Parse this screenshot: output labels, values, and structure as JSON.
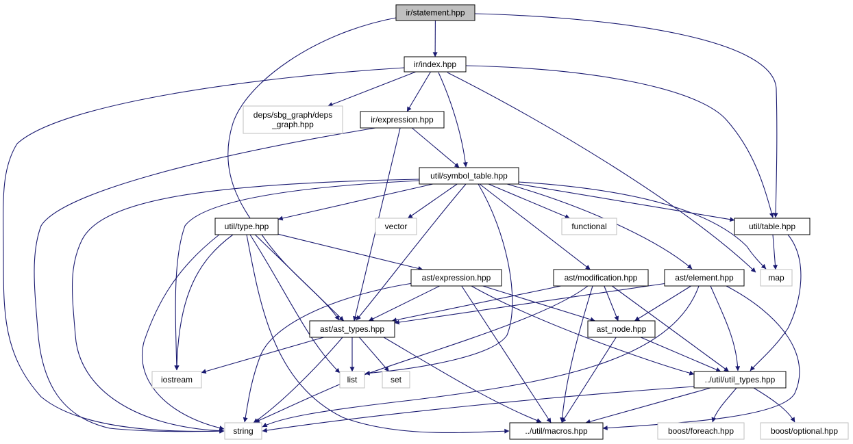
{
  "colors": {
    "edge": "#191970",
    "root_fill": "#bfbfbf",
    "node_border": "#000000",
    "external_border": "#bfbfbf",
    "background": "#ffffff"
  },
  "nodes": [
    {
      "id": "n_statement",
      "lines": [
        "ir/statement.hpp"
      ],
      "kind": "root"
    },
    {
      "id": "n_index",
      "lines": [
        "ir/index.hpp"
      ],
      "kind": "local"
    },
    {
      "id": "n_deps",
      "lines": [
        "deps/sbg_graph/deps",
        "_graph.hpp"
      ],
      "kind": "external"
    },
    {
      "id": "n_irexpr",
      "lines": [
        "ir/expression.hpp"
      ],
      "kind": "local"
    },
    {
      "id": "n_symtab",
      "lines": [
        "util/symbol_table.hpp"
      ],
      "kind": "local"
    },
    {
      "id": "n_type",
      "lines": [
        "util/type.hpp"
      ],
      "kind": "local"
    },
    {
      "id": "n_vector",
      "lines": [
        "vector"
      ],
      "kind": "external"
    },
    {
      "id": "n_functional",
      "lines": [
        "functional"
      ],
      "kind": "external"
    },
    {
      "id": "n_table",
      "lines": [
        "util/table.hpp"
      ],
      "kind": "local"
    },
    {
      "id": "n_astexpr",
      "lines": [
        "ast/expression.hpp"
      ],
      "kind": "local"
    },
    {
      "id": "n_astmod",
      "lines": [
        "ast/modification.hpp"
      ],
      "kind": "local"
    },
    {
      "id": "n_astelem",
      "lines": [
        "ast/element.hpp"
      ],
      "kind": "local"
    },
    {
      "id": "n_map",
      "lines": [
        "map"
      ],
      "kind": "external"
    },
    {
      "id": "n_asttypes",
      "lines": [
        "ast/ast_types.hpp"
      ],
      "kind": "local"
    },
    {
      "id": "n_astnode",
      "lines": [
        "ast_node.hpp"
      ],
      "kind": "local"
    },
    {
      "id": "n_iostream",
      "lines": [
        "iostream"
      ],
      "kind": "external"
    },
    {
      "id": "n_list",
      "lines": [
        "list"
      ],
      "kind": "external"
    },
    {
      "id": "n_set",
      "lines": [
        "set"
      ],
      "kind": "external"
    },
    {
      "id": "n_utiltypes",
      "lines": [
        "../util/util_types.hpp"
      ],
      "kind": "local"
    },
    {
      "id": "n_string",
      "lines": [
        "string"
      ],
      "kind": "external"
    },
    {
      "id": "n_macros",
      "lines": [
        "../util/macros.hpp"
      ],
      "kind": "local"
    },
    {
      "id": "n_foreach",
      "lines": [
        "boost/foreach.hpp"
      ],
      "kind": "external"
    },
    {
      "id": "n_optional",
      "lines": [
        "boost/optional.hpp"
      ],
      "kind": "external"
    }
  ],
  "edges": [
    [
      "n_statement",
      "n_index"
    ],
    [
      "n_statement",
      "n_asttypes"
    ],
    [
      "n_statement",
      "n_table"
    ],
    [
      "n_index",
      "n_deps"
    ],
    [
      "n_index",
      "n_irexpr"
    ],
    [
      "n_index",
      "n_symtab"
    ],
    [
      "n_index",
      "n_table"
    ],
    [
      "n_index",
      "n_string"
    ],
    [
      "n_index",
      "n_map"
    ],
    [
      "n_irexpr",
      "n_symtab"
    ],
    [
      "n_irexpr",
      "n_asttypes"
    ],
    [
      "n_irexpr",
      "n_string"
    ],
    [
      "n_symtab",
      "n_type"
    ],
    [
      "n_symtab",
      "n_vector"
    ],
    [
      "n_symtab",
      "n_functional"
    ],
    [
      "n_symtab",
      "n_table"
    ],
    [
      "n_symtab",
      "n_astmod"
    ],
    [
      "n_symtab",
      "n_astelem"
    ],
    [
      "n_symtab",
      "n_map"
    ],
    [
      "n_symtab",
      "n_asttypes"
    ],
    [
      "n_symtab",
      "n_iostream"
    ],
    [
      "n_symtab",
      "n_list"
    ],
    [
      "n_symtab",
      "n_string"
    ],
    [
      "n_type",
      "n_astexpr"
    ],
    [
      "n_type",
      "n_asttypes"
    ],
    [
      "n_type",
      "n_iostream"
    ],
    [
      "n_type",
      "n_list"
    ],
    [
      "n_type",
      "n_string"
    ],
    [
      "n_type",
      "n_macros"
    ],
    [
      "n_table",
      "n_map"
    ],
    [
      "n_table",
      "n_utiltypes"
    ],
    [
      "n_astexpr",
      "n_asttypes"
    ],
    [
      "n_astexpr",
      "n_astnode"
    ],
    [
      "n_astexpr",
      "n_utiltypes"
    ],
    [
      "n_astexpr",
      "n_macros"
    ],
    [
      "n_astexpr",
      "n_string"
    ],
    [
      "n_astmod",
      "n_asttypes"
    ],
    [
      "n_astmod",
      "n_astnode"
    ],
    [
      "n_astmod",
      "n_utiltypes"
    ],
    [
      "n_astmod",
      "n_macros"
    ],
    [
      "n_astmod",
      "n_string"
    ],
    [
      "n_astelem",
      "n_asttypes"
    ],
    [
      "n_astelem",
      "n_astnode"
    ],
    [
      "n_astelem",
      "n_utiltypes"
    ],
    [
      "n_astelem",
      "n_string"
    ],
    [
      "n_astelem",
      "n_macros"
    ],
    [
      "n_asttypes",
      "n_iostream"
    ],
    [
      "n_asttypes",
      "n_list"
    ],
    [
      "n_asttypes",
      "n_set"
    ],
    [
      "n_asttypes",
      "n_string"
    ],
    [
      "n_asttypes",
      "n_macros"
    ],
    [
      "n_astnode",
      "n_utiltypes"
    ],
    [
      "n_astnode",
      "n_macros"
    ],
    [
      "n_utiltypes",
      "n_string"
    ],
    [
      "n_utiltypes",
      "n_macros"
    ],
    [
      "n_utiltypes",
      "n_foreach"
    ],
    [
      "n_utiltypes",
      "n_optional"
    ]
  ]
}
